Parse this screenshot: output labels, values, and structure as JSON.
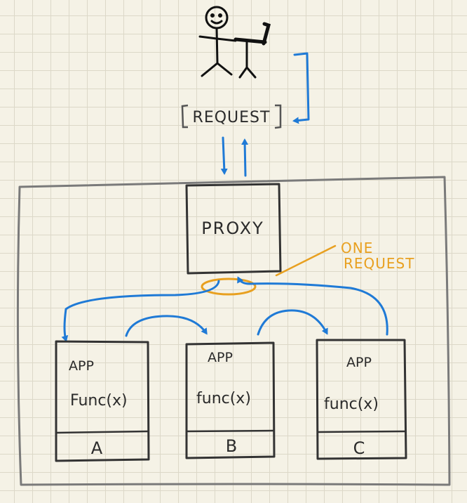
{
  "request_label": "REQUEST",
  "proxy_label": "PROXY",
  "annotation": {
    "line1": "ONE",
    "line2": "REQUEST"
  },
  "apps": [
    {
      "app_label": "APP",
      "func_label": "Func(x)",
      "id": "A"
    },
    {
      "app_label": "APP",
      "func_label": "func(x)",
      "id": "B"
    },
    {
      "app_label": "APP",
      "func_label": "func(x)",
      "id": "C"
    }
  ],
  "colors": {
    "ink": "#2b2b2b",
    "arrow": "#1f7ad6",
    "annotation": "#e8a020",
    "paper": "#f5f2e6",
    "grid": "#dcd8c8"
  }
}
